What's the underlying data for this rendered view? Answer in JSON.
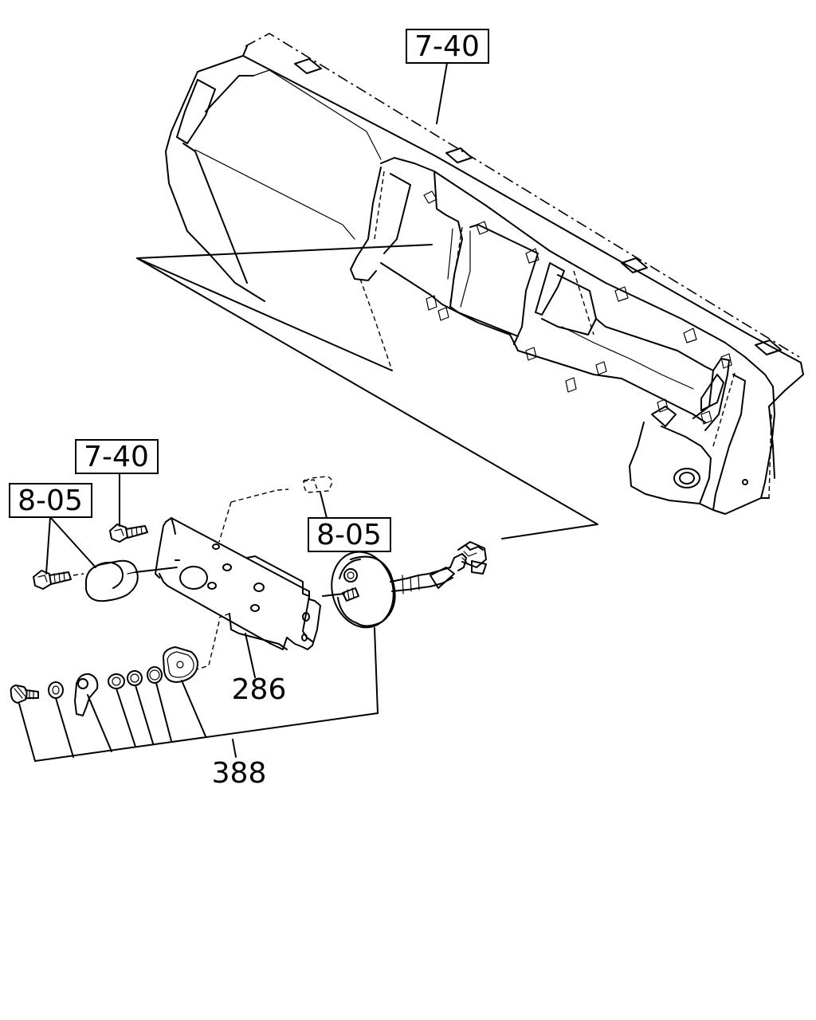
{
  "callouts": {
    "ref_7_40_top": "7-40",
    "ref_7_40_left": "7-40",
    "ref_8_05_left": "8-05",
    "ref_8_05_right": "8-05"
  },
  "part_numbers": {
    "bracket": "286",
    "horn_kit": "388"
  }
}
